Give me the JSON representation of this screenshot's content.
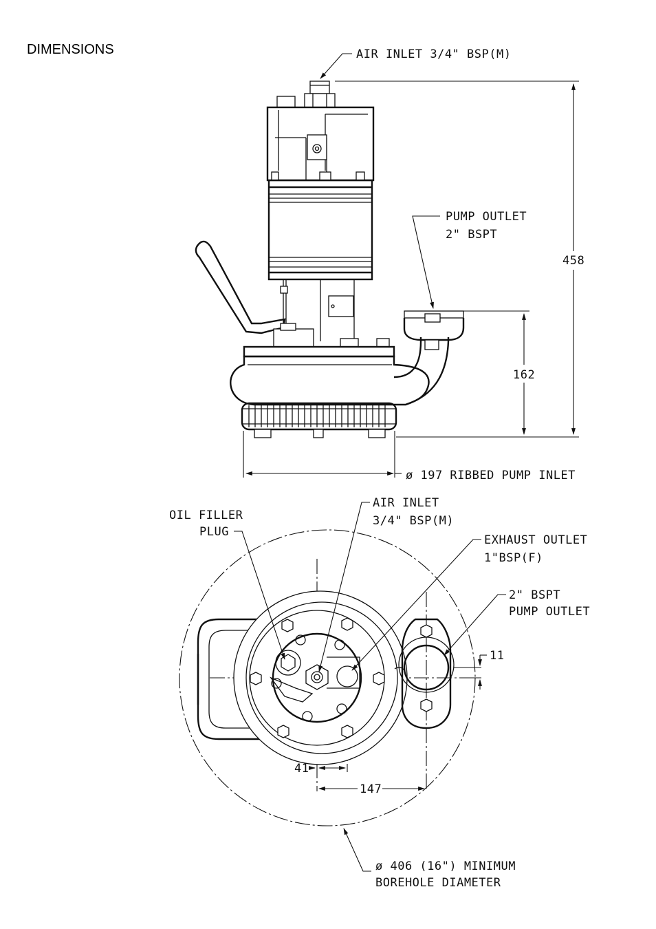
{
  "page": {
    "title": "DIMENSIONS"
  },
  "side_view": {
    "air_inlet_label": "AIR INLET 3/4\" BSP(M)",
    "pump_outlet_label_1": "PUMP OUTLET",
    "pump_outlet_label_2": "2\" BSPT",
    "height_total": "458",
    "height_outlet": "162",
    "inlet_label": "ø 197 RIBBED PUMP INLET"
  },
  "plan_view": {
    "oil_filler_1": "OIL FILLER",
    "oil_filler_2": "PLUG",
    "air_inlet_1": "AIR INLET",
    "air_inlet_2": "3/4\" BSP(M)",
    "exhaust_1": "EXHAUST OUTLET",
    "exhaust_2": "1\"BSP(F)",
    "outlet_1": "2\" BSPT",
    "outlet_2": "PUMP OUTLET",
    "offset": "11",
    "dim_41": "41",
    "dim_147": "147",
    "borehole_1": "ø 406 (16\") MINIMUM",
    "borehole_2": "BOREHOLE DIAMETER"
  }
}
